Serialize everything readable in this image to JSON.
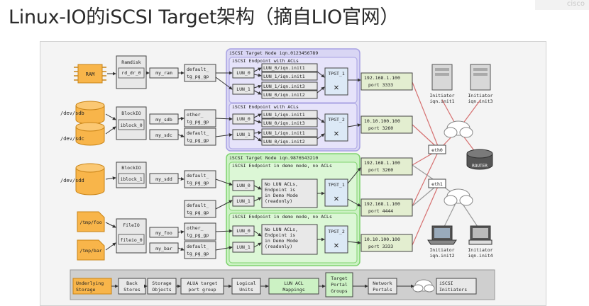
{
  "title": "Linux-IO的iSCSI Target架构（摘自LIO官网）",
  "corner_text": "cisco",
  "backstores": {
    "ram": "RAM",
    "sdb": "/dev/sdb",
    "sdc": "/dev/sdc",
    "sdd": "/dev/sdd",
    "tmp_foo": "/tmp/foo",
    "tmp_bar": "/tmp/bar"
  },
  "storage_objects": {
    "ramdisk_title": "Ramdisk",
    "ramdisk_name": "rd_dr_0",
    "blockio1_title": "BlockIO",
    "blockio1_name": "iblock_0",
    "blockio2_title": "BlockIO",
    "blockio2_name": "iblock_1",
    "fileio_title": "FileIO",
    "fileio_name": "fileio_0"
  },
  "objects": {
    "my_ram": "my_ram",
    "my_sdb": "my_sdb",
    "my_sdc": "my_sdc",
    "my_sdd": "my_sdd",
    "my_foo": "my_foo",
    "my_bar": "my_bar"
  },
  "port_groups": {
    "pg_ram_1": "default_",
    "pg_ram_2": "tg_pg_gp",
    "pg_sdb_1": "other_",
    "pg_sdb_2": "tg_pg_gp",
    "pg_sdc_1": "default_",
    "pg_sdc_2": "tg_pg_gp",
    "pg_sdd_1": "default_",
    "pg_sdd_2": "tg_pg_gp",
    "pg_a_1": "default_",
    "pg_a_2": "tg_pg_gp",
    "pg_foo_1": "other_",
    "pg_foo_2": "tg_pg_gp",
    "pg_bar_1": "default_",
    "pg_bar_2": "tg_pg_gp"
  },
  "target1": {
    "title": "iSCSI Target Node iqn.0123456789",
    "ep1_title": "iSCSI Endpoint with ACLs",
    "ep2_title": "iSCSI Endpoint with ACLs",
    "lun0": "LUN_0",
    "lun1": "LUN_1",
    "lun0b": "LUN_0",
    "lun1b": "LUN_1",
    "acl1": "LUN_0/iqn.init1",
    "acl2": "LUN_1/iqn.init1",
    "acl3": "LUN_1/iqn.init3",
    "acl4": "LUN_0/iqn.init2",
    "acl5": "LUN_1/iqn.init1",
    "acl6": "LUN_0/iqn.init3",
    "acl7": "LUN_1/iqn.init1",
    "acl8": "LUN_0/iqn.init2",
    "tpgt1": "TPGT_1",
    "tpgt2": "TPGT_2"
  },
  "target2": {
    "title": "iSCSI Target Node iqn.9876543210",
    "ep1_title": "iSCSI Endpoint in demo mode, no ACLs",
    "ep2_title": "iSCSI Endpoint in demo mode, no ACLs",
    "lun0": "LUN_0",
    "lun1": "LUN_1",
    "lun0b": "LUN_0",
    "lun1b": "LUN_1",
    "noacl1": [
      "No LUN ACLs,",
      "Endpoint is",
      "in Demo Mode",
      "(readonly)"
    ],
    "noacl2": [
      "No LUN ACLs,",
      "Endpoint is",
      "in Demo Mode",
      "(readonly)"
    ],
    "tpgt1": "TPGT_1",
    "tpgt2": "TPGT_2"
  },
  "portals": {
    "p1_ip": "192.168.1.100",
    "p1_port": "port 3333",
    "p2_ip": "10.10.100.100",
    "p2_port": "port 3260",
    "p3_ip": "192.168.1.100",
    "p3_port": "port 3260",
    "p4_ip": "192.168.1.100",
    "p4_port": "port 4444",
    "p5_ip": "10.10.100.100",
    "p5_port": "port 3333"
  },
  "network": {
    "eth0": "eth0",
    "eth1": "eth1",
    "router": "ROUTER"
  },
  "initiators": {
    "i1_label": "Initiator",
    "i1_name": "iqn.init1",
    "i3_label": "Initiator",
    "i3_name": "iqn.init3",
    "i2_label": "Initiator",
    "i2_name": "iqn.init2",
    "i4_label": "Initiator",
    "i4_name": "iqn.init4"
  },
  "legend": {
    "underlying_1": "Underlying",
    "underlying_2": "Storage",
    "back_1": "Back",
    "back_2": "Stores",
    "storage_1": "Storage",
    "storage_2": "Objects",
    "alua_1": "ALUA target",
    "alua_2": "port group",
    "logical_1": "Logical",
    "logical_2": "Units",
    "lunacl_1": "LUN ACL",
    "lunacl_2": "Mappings",
    "tpg_1": "Target",
    "tpg_2": "Portal",
    "tpg_3": "Groups",
    "netp_1": "Network",
    "netp_2": "Portals",
    "iscsi_1": "iSCSI",
    "iscsi_2": "Initiators"
  },
  "colors": {
    "storage_orange": "#f8b54a",
    "target1_bg": "#d9d6f4",
    "target1_border": "#a8a2e3",
    "target2_bg": "#ccf2c4",
    "target2_border": "#7fd36f",
    "box_fill": "#e8e8e8",
    "tpgt_fill": "#dce9f6",
    "portal_fill": "#e3eed0",
    "net_line_red": "#d67070",
    "net_line_gray": "#9a9a9a"
  }
}
